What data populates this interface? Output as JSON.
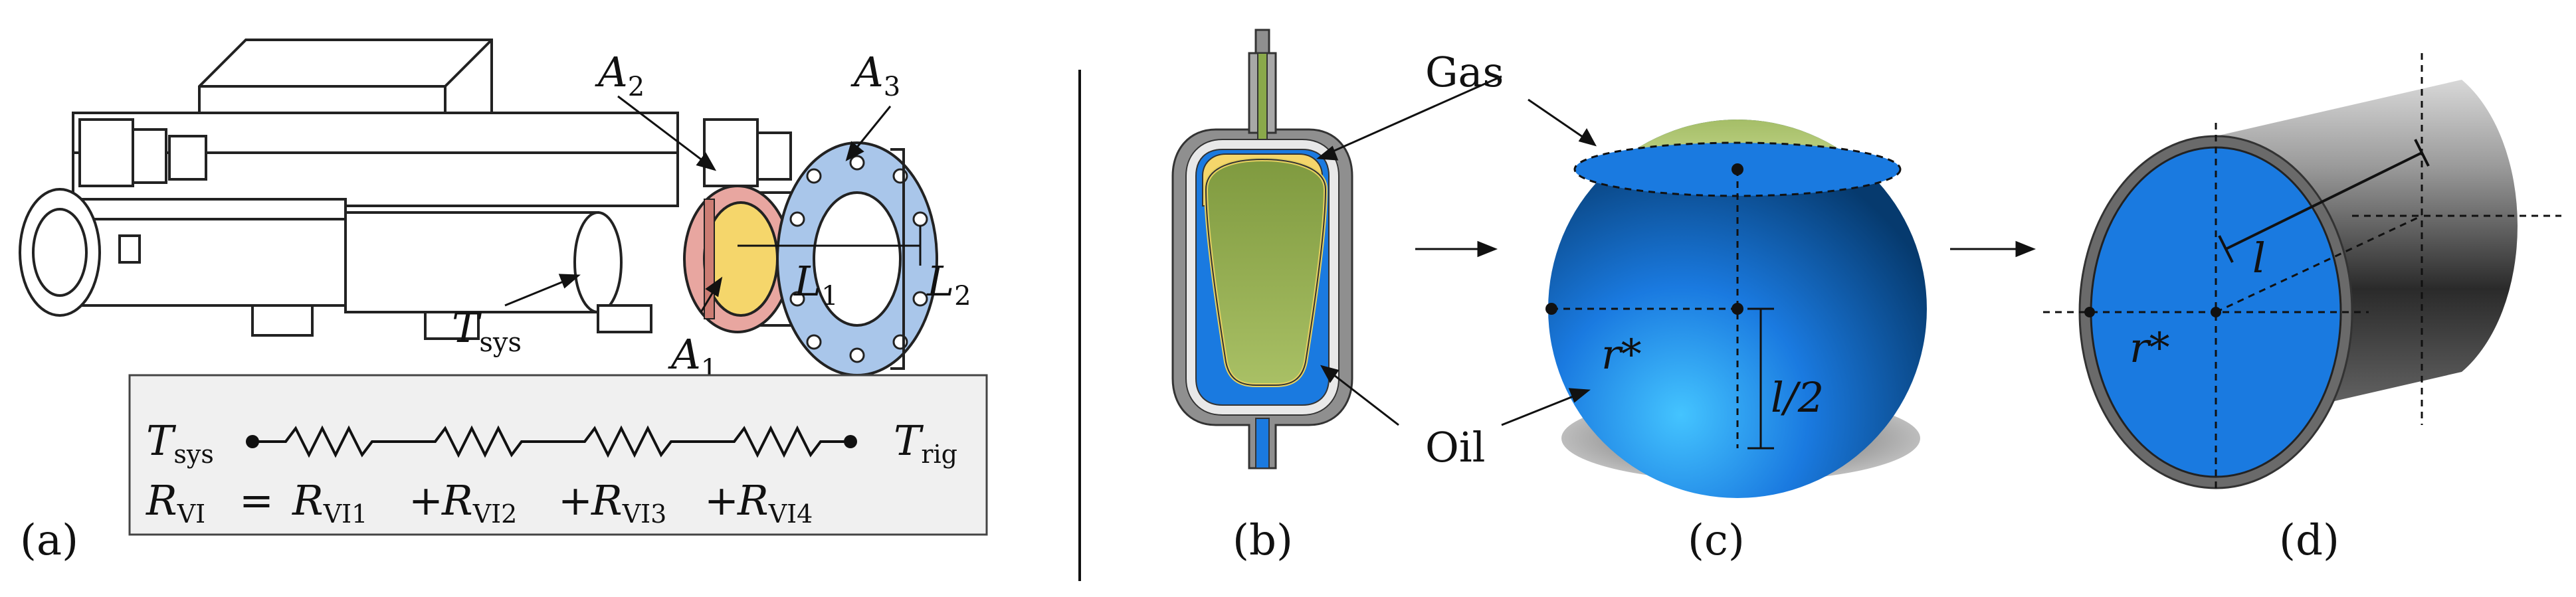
{
  "panels": {
    "a": {
      "caption": "(a)",
      "labels": {
        "A2": "2",
        "A3": "3",
        "A1": "1",
        "L1": "1",
        "L2": "2",
        "Tsys_sub": "sys"
      },
      "label_letters": {
        "A": "A",
        "L": "L",
        "T": "T"
      },
      "equation": {
        "T_left": "T",
        "T_left_sub": "sys",
        "T_right": "T",
        "T_right_sub": "rig",
        "R_total": "R",
        "R_total_sub": "VI",
        "eq": "=",
        "plus": "+",
        "terms": [
          {
            "R": "R",
            "sub": "VI1"
          },
          {
            "R": "R",
            "sub": "VI2"
          },
          {
            "R": "R",
            "sub": "VI3"
          },
          {
            "R": "R",
            "sub": "VI4"
          }
        ]
      }
    },
    "b": {
      "caption": "(b)"
    },
    "c": {
      "caption": "(c)",
      "gas_label": "Gas",
      "oil_label": "Oil",
      "r_star": "r*",
      "l_half": "l/2"
    },
    "d": {
      "caption": "(d)",
      "l_label": "l",
      "r_star": "r*"
    }
  },
  "colors": {
    "gas_green": "#9bb55a",
    "oil_blue": "#1a7ae0",
    "oil_blue_light": "#3fb5ff",
    "yellow": "#f5d66b",
    "pink": "#e8a6a0",
    "flange_blue": "#a9c6ea",
    "steel_gray": "#8f8f8f",
    "box_gray": "#f0f0f0"
  }
}
